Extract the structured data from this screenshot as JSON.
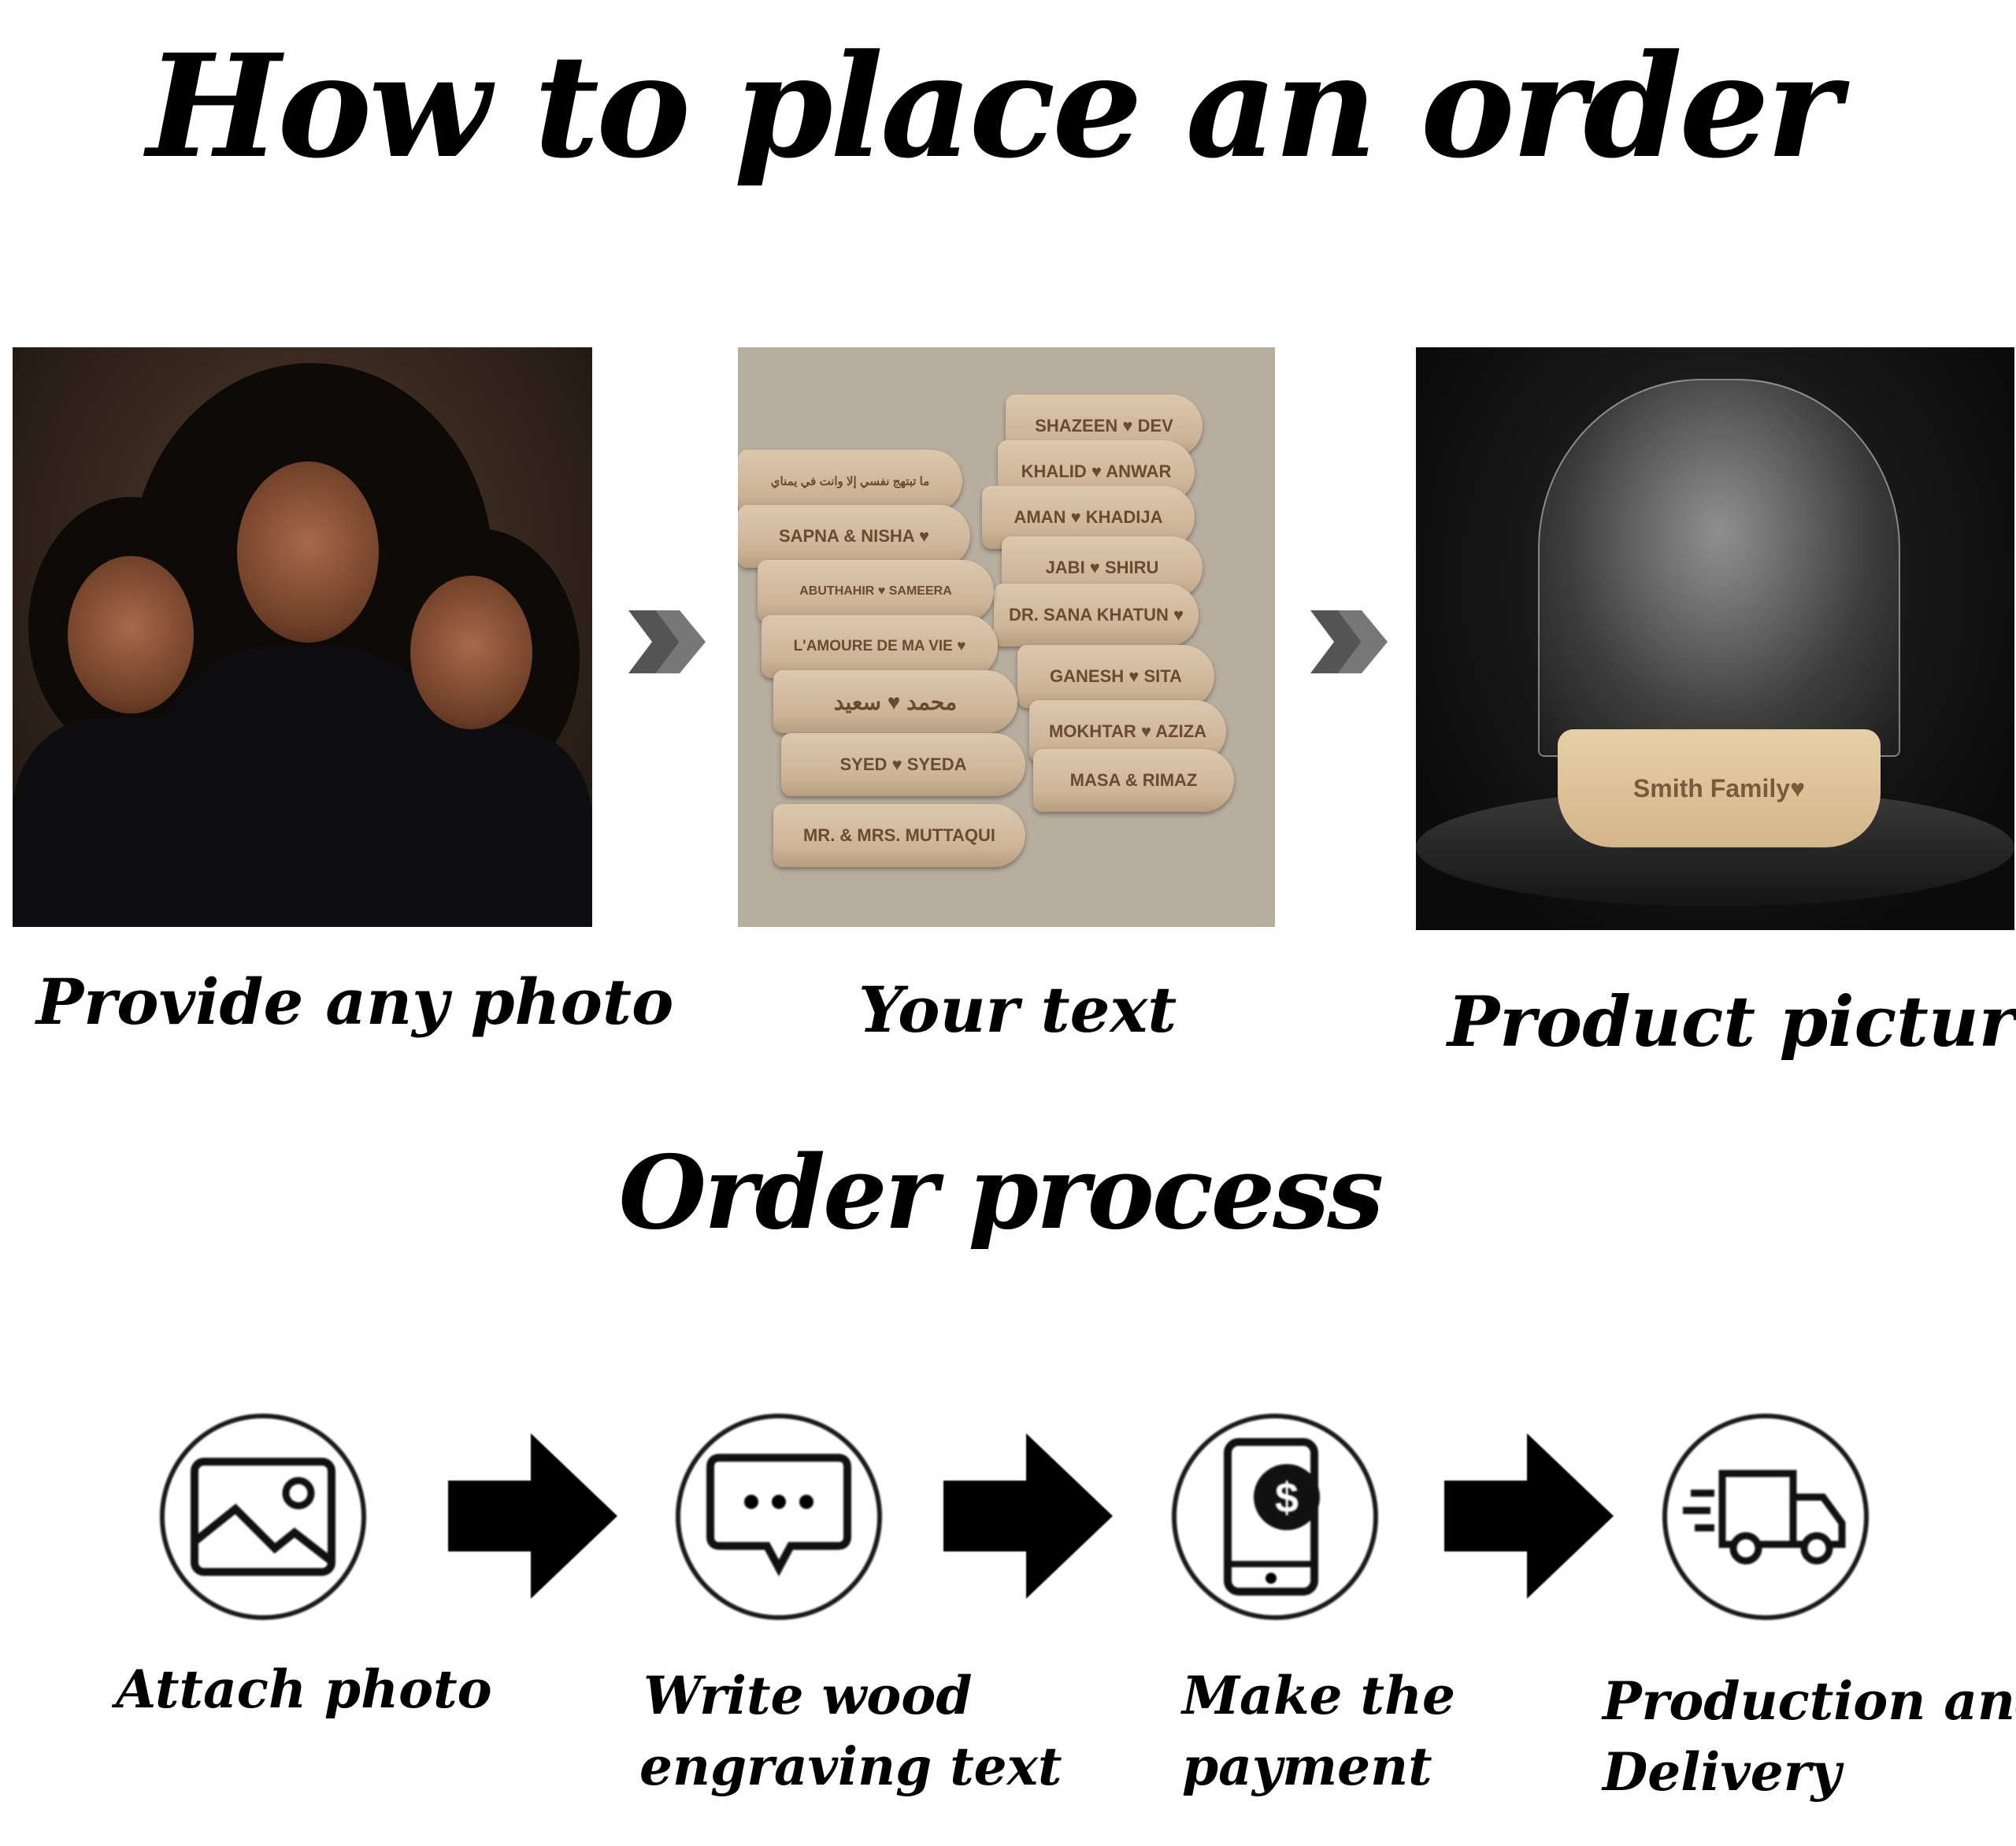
{
  "title": "How to place an order",
  "steps_top": [
    {
      "caption": "Provide any photo"
    },
    {
      "caption": "Your text"
    },
    {
      "caption": "Product picture"
    }
  ],
  "text_samples": [
    "SHAZEEN ♥ DEV",
    "KHALID ♥ ANWAR",
    "AMAN ♥ KHADIJA",
    "JABI ♥ SHIRU",
    "DR. SANA KHATUN ♥",
    "GANESH ♥ SITA",
    "MOKHTAR ♥ AZIZA",
    "MASA & RIMAZ",
    "ما تبتهج نفسي إلا وانت في يمناي",
    "SAPNA & NISHA ♥",
    "ABUTHAHIR ♥ SAMEERA",
    "L'AMOURE DE MA VIE ♥",
    "محمد ♥ سعيد",
    "SYED ♥ SYEDA",
    "MR. & MRS. MUTTAQUI"
  ],
  "product_engraving": "Smith Family♥",
  "subtitle": "Order process",
  "process": [
    {
      "icon": "image-icon",
      "label1": "Attach photo",
      "label2": ""
    },
    {
      "icon": "chat-bubble-icon",
      "label1": "Write wood",
      "label2": "engraving text"
    },
    {
      "icon": "phone-payment-icon",
      "label1": "Make the",
      "label2": "payment"
    },
    {
      "icon": "delivery-truck-icon",
      "label1": "Production and",
      "label2": "Delivery"
    }
  ]
}
